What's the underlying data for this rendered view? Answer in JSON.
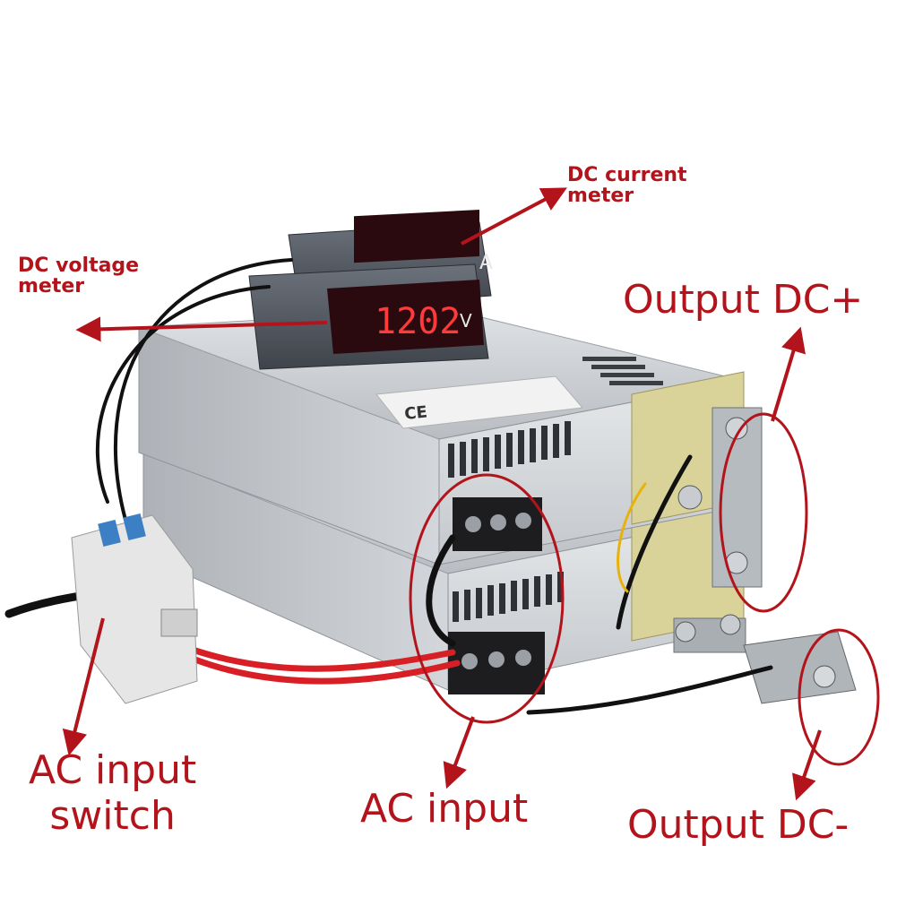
{
  "annotations": {
    "dc_current_meter": "DC current\nmeter",
    "dc_voltage_meter": "DC voltage\nmeter",
    "output_dc_plus": "Output DC+",
    "output_dc_minus": "Output DC-",
    "ac_input_switch": "AC input\nswitch",
    "ac_input": "AC input"
  },
  "meters": {
    "voltage_reading": "1202",
    "voltage_unit": "V",
    "current_unit": "A"
  },
  "colors": {
    "annotation": "#b3141b",
    "chassis": "#c9ccd0",
    "meter_body": "#5b6068",
    "meter_display": "#2a0a0e",
    "meter_digits": "#ff3a3a",
    "terminal_panel": "#d9d39a",
    "breaker": "#e6e6e6",
    "breaker_toggle": "#3d7fc4"
  },
  "icons": [
    "arrow-icon",
    "ellipse-highlight-icon"
  ]
}
